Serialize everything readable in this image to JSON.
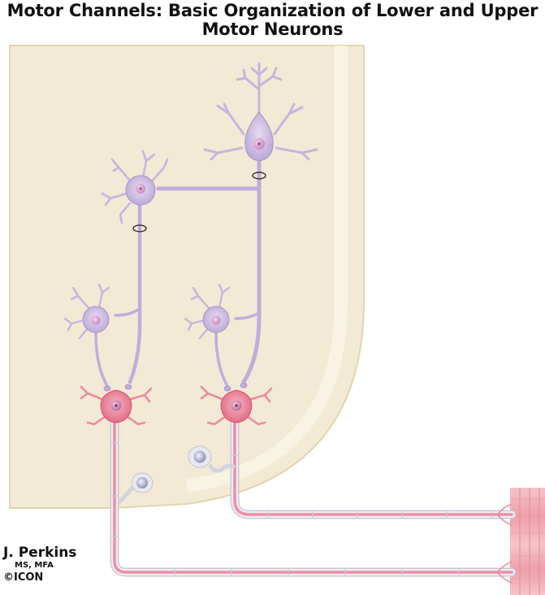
{
  "title": {
    "line1": "Motor Channels: Basic Organization of Lower and Upper",
    "line2": "Motor Neurons"
  },
  "credit": {
    "name": "J. Perkins",
    "degree": "MS, MFA",
    "logo": "©ICON"
  },
  "colors": {
    "spinal_cord": "#f3ead5",
    "spinal_cord_edge": "#e6d8b4",
    "upper_neuron": "#cdbde0",
    "upper_neuron_dark": "#a892c8",
    "lower_neuron": "#ec7f95",
    "lower_neuron_dark": "#d6546f",
    "axon_pink": "#f3a2b3",
    "myelin": "#e9e9ee",
    "schwann": "#b6b8d0",
    "muscle": "#f2b0b8",
    "muscle_stripe": "#e48d99"
  }
}
